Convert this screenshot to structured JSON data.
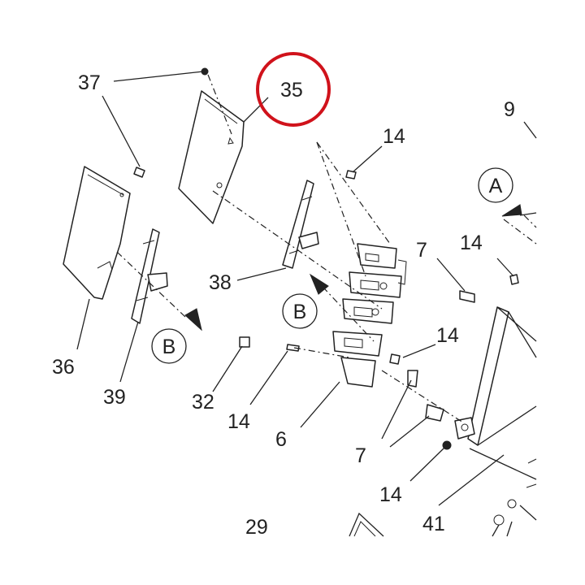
{
  "callouts": {
    "c37": "37",
    "c35": "35",
    "c9": "9",
    "c14_top": "14",
    "c14_right": "14",
    "c14_mid": "14",
    "c14_left": "14",
    "c14_bottom": "14",
    "c7_top": "7",
    "c7_bottom": "7",
    "c38": "38",
    "c36": "36",
    "c39": "39",
    "c32": "32",
    "c6": "6",
    "c41": "41",
    "c29": "29"
  },
  "view_markers": {
    "a": "A",
    "b_center": "B",
    "b_left": "B"
  },
  "highlight_color": "#d0121b"
}
